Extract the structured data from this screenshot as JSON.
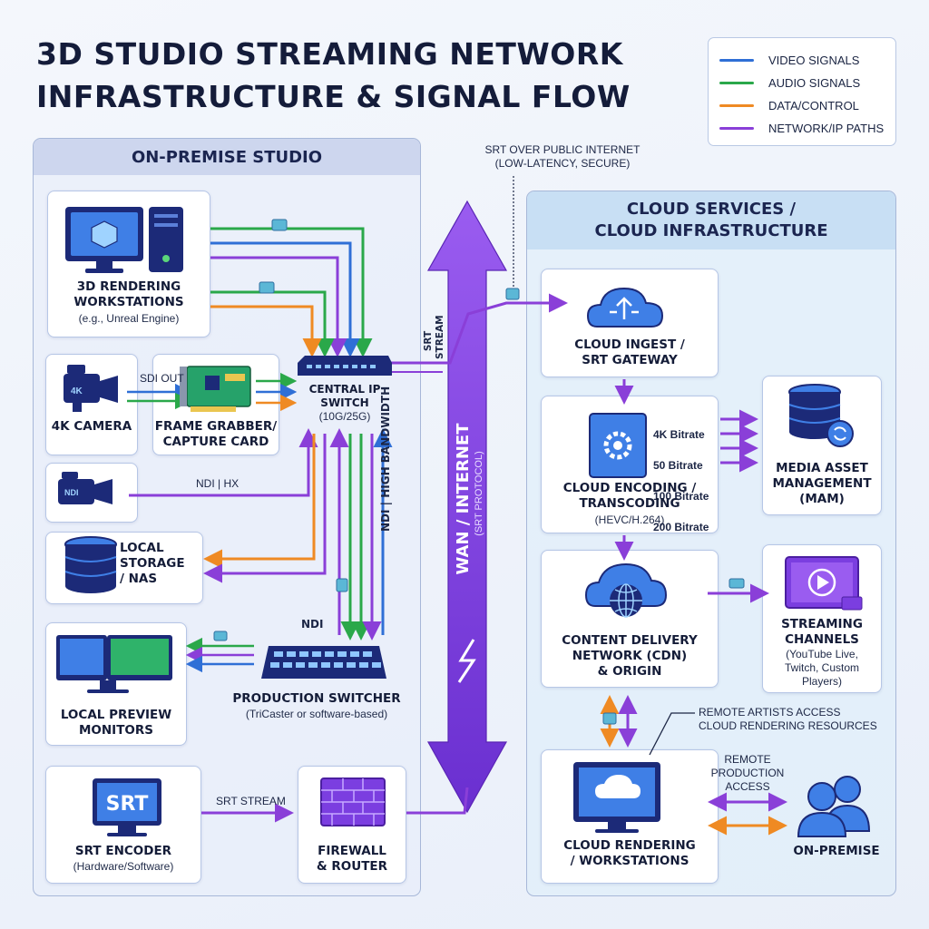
{
  "title": {
    "line1": "3D STUDIO STREAMING NETWORK",
    "line2": "INFRASTRUCTURE & SIGNAL FLOW"
  },
  "legend": {
    "items": [
      {
        "label": "VIDEO SIGNALS",
        "color": "#2f6fd6"
      },
      {
        "label": "AUDIO SIGNALS",
        "color": "#2aa84a"
      },
      {
        "label": "DATA/CONTROL",
        "color": "#ef8a23"
      },
      {
        "label": "NETWORK/IP PATHS",
        "color": "#8a3fd8"
      }
    ]
  },
  "colors": {
    "video": "#2f6fd6",
    "audio": "#2aa84a",
    "data": "#ef8a23",
    "network": "#8a3fd8",
    "wan": "#7b3ee0",
    "icon_dark": "#1c2a78",
    "icon_light": "#3f7fe6"
  },
  "on_premise": {
    "header": "ON-PREMISE STUDIO",
    "workstations": {
      "title": "3D RENDERING\nWORKSTATIONS",
      "sub": "(e.g., Unreal Engine)",
      "icon": "desktop-tower-icon"
    },
    "camera": {
      "title": "4K CAMERA",
      "badge": "4K",
      "icon": "video-camera-icon"
    },
    "sdi_out": "SDI OUT",
    "frame_grabber": {
      "title": "FRAME GRABBER/\nCAPTURE CARD",
      "icon": "capture-card-icon"
    },
    "switch": {
      "title": "CENTRAL IP\nSWITCH",
      "sub": "(10G/25G)",
      "icon": "network-switch-icon"
    },
    "ndi_camera": {
      "badge": "NDI",
      "icon": "ndi-camera-icon"
    },
    "ndi_hx": "NDI | HX",
    "storage": {
      "title": "LOCAL\nSTORAGE\n/ NAS",
      "icon": "database-icon"
    },
    "ndi_high_bw": "NDI | HIGH BANDWIDTH",
    "ndi": "NDI",
    "monitors": {
      "title": "LOCAL PREVIEW\nMONITORS",
      "icon": "dual-monitor-icon"
    },
    "production_switcher": {
      "title": "PRODUCTION SWITCHER",
      "sub": "(TriCaster or software-based)",
      "icon": "switcher-console-icon"
    },
    "srt_encoder": {
      "title": "SRT ENCODER",
      "sub": "(Hardware/Software)",
      "screen_text": "SRT",
      "icon": "srt-monitor-icon"
    },
    "srt_stream": "SRT STREAM",
    "firewall": {
      "title": "FIREWALL\n& ROUTER",
      "icon": "firewall-icon"
    },
    "srt_stream_vertical": "SRT\nSTREAM"
  },
  "wan": {
    "label": "WAN / INTERNET",
    "sub": "(SRT PROTOCOL)",
    "note": "SRT OVER PUBLIC INTERNET\n(LOW-LATENCY, SECURE)"
  },
  "cloud": {
    "header": "CLOUD SERVICES /\nCLOUD INFRASTRUCTURE",
    "ingest": {
      "title": "CLOUD INGEST /\nSRT GATEWAY",
      "icon": "cloud-upload-icon"
    },
    "encoding": {
      "title": "CLOUD ENCODING /\nTRANSCODING",
      "sub": "(HEVC/H.264)",
      "icon": "gear-document-icon",
      "bitrates": [
        "4K Bitrate",
        "50 Bitrate",
        "100 Bitrate",
        "200 Bitrate"
      ]
    },
    "mam": {
      "title": "MEDIA ASSET\nMANAGEMENT\n(MAM)",
      "icon": "database-sync-icon"
    },
    "cdn": {
      "title": "CONTENT DELIVERY\nNETWORK (CDN)\n& ORIGIN",
      "icon": "cloud-globe-icon"
    },
    "streaming": {
      "title": "STREAMING\nCHANNELS",
      "sub": "(YouTube Live,\nTwitch, Custom\nPlayers)",
      "icon": "play-screen-icon"
    },
    "remote_artists": "REMOTE ARTISTS ACCESS\nCLOUD RENDERING RESOURCES",
    "remote_production": "REMOTE\nPRODUCTION\nACCESS",
    "cloud_rendering": {
      "title": "CLOUD RENDERING\n/ WORKSTATIONS",
      "icon": "cloud-monitor-icon"
    },
    "on_premise_users": {
      "title": "ON-PREMISE",
      "icon": "users-icon"
    }
  }
}
